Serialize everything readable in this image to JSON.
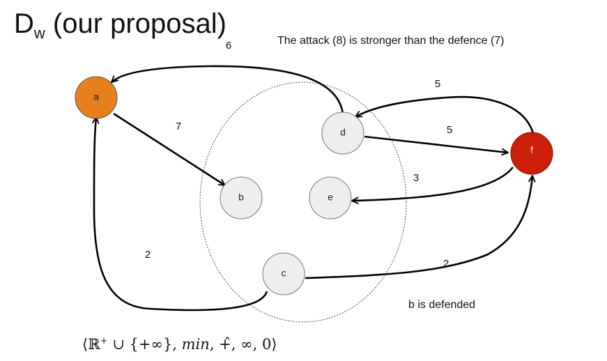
{
  "title": {
    "main": "D",
    "sub": "w",
    "rest": " (our proposal)"
  },
  "notes": {
    "attack": "The attack (8) is stronger than the defence (7)",
    "defended": "b is defended"
  },
  "formula": {
    "open": "⟨ℝ",
    "plus_sup": "+",
    "union": " ∪ {+∞}, ",
    "min": "min",
    "rest": ", +̂, ∞, 0⟩"
  },
  "nodes": {
    "a": {
      "label": "a",
      "fill": "#E8801E"
    },
    "b": {
      "label": "b",
      "fill": "#EEEEEE"
    },
    "c": {
      "label": "c",
      "fill": "#EEEEEE"
    },
    "d": {
      "label": "d",
      "fill": "#EEEEEE"
    },
    "e": {
      "label": "e",
      "fill": "#EEEEEE"
    },
    "f": {
      "label": "f",
      "fill": "#CC1F0A"
    }
  },
  "edges": {
    "d_a": {
      "weight": "6"
    },
    "f_d": {
      "weight": "5"
    },
    "a_b": {
      "weight": "7"
    },
    "d_f": {
      "weight": "5"
    },
    "f_e": {
      "weight": "3"
    },
    "c_a": {
      "weight": "2"
    },
    "c_f": {
      "weight": "2"
    }
  }
}
